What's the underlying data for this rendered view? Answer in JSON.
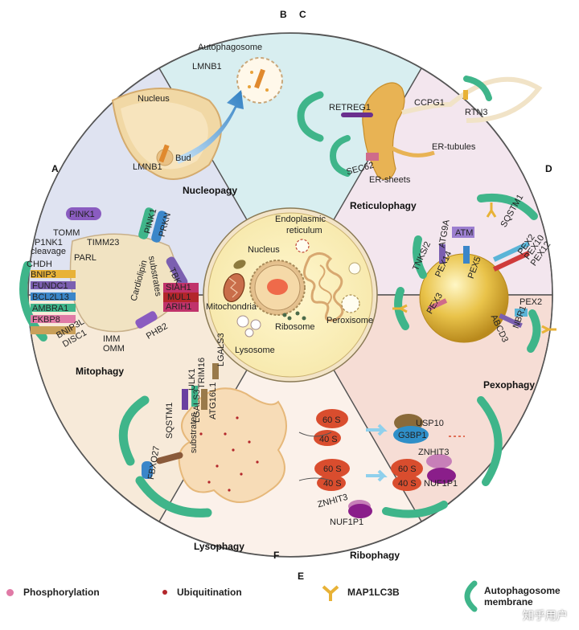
{
  "sectors": {
    "mitophagy": {
      "letter": "A",
      "title": "Mitophagy",
      "color": "#dfe3f1"
    },
    "nucleopagy": {
      "letter": "B",
      "title": "Nucleopagy",
      "color": "#d8eef0"
    },
    "reticulophagy": {
      "letter": "C",
      "title": "Reticulophagy",
      "color": "#f3e6ee"
    },
    "pexophagy": {
      "letter": "D",
      "title": "Pexophagy",
      "color": "#f6ddd5"
    },
    "ribophagy": {
      "letter": "E",
      "title": "Ribophagy",
      "color": "#fbf1ea"
    },
    "lysophagy": {
      "letter": "F",
      "title": "Lysophagy",
      "color": "#f7ead9"
    }
  },
  "center": {
    "endoplasmic": "Endoplasmic",
    "reticulum": "reticulum",
    "nucleus": "Nucleus",
    "mitochondria": "Mitochondria",
    "ribosome": "Ribosome",
    "peroxisome": "Peroxisome",
    "lysosome": "Lysosome"
  },
  "nucleopagy_labels": {
    "autophagosome": "Autophagosome",
    "lmnb1_top": "LMNB1",
    "nucleus": "Nucleus",
    "lmnb1_bottom": "LMNB1",
    "bud": "Bud"
  },
  "reticulophagy_labels": {
    "retreg1": "RETREG1",
    "ccpg1": "CCPG1",
    "rtn3": "RTN3",
    "er_tubules": "ER-tubules",
    "sec62": "SEC62",
    "er_sheets": "ER-sheets"
  },
  "mitophagy_labels": {
    "pink1_top": "PINK1",
    "tomm": "TOMM",
    "p1nk1": "P1NK1",
    "cleavage": "cleavage",
    "timm23": "TIMM23",
    "parl": "PARL",
    "pink1_side": "PINK1",
    "prkn": "PRKN",
    "substrates": "substrates",
    "tbk": "TBK",
    "chdh": "CHDH",
    "bnip3": "BNIP3",
    "fundc1": "FUNDC1",
    "bcl2l13": "BCL2L13",
    "ambra1": "AMBRA1",
    "fkbp8": "FKBP8",
    "bnip3l": "BNIP3L",
    "disc1": "DISC1",
    "cardiolipin": "Cardiolipin",
    "siah1": "SIAH1",
    "mul1": "MUL1",
    "arih1": "ARIH1",
    "imm": "IMM",
    "omm": "OMM",
    "phb2": "PHB2"
  },
  "pexophagy_labels": {
    "atg9a": "ATG9A",
    "atm": "ATM",
    "sqstm1": "SQSTM1",
    "pex2_top": "PEX2",
    "pex10": "PEX10",
    "pex12": "PEX12",
    "tnks": "TNKS/2",
    "pex14": "PEX14",
    "pex5": "PEX5",
    "pex3": "PEX3",
    "pex2_bottom": "PEX2",
    "nbr1": "NBR1",
    "abcd3": "ABCD3"
  },
  "lysophagy_labels": {
    "ulk1": "ULK1",
    "trim16": "TRIM16",
    "lgals3_top": "LGALS3",
    "atg16l1": "ATG16L1",
    "lgals3_mid": "LGALS3",
    "sqstm1": "SQSTM1",
    "substrates": "substrates",
    "fbxo27": "FBXO27"
  },
  "ribophagy_labels": {
    "s60_top": "60 S",
    "s40_top": "40 S",
    "usp10": "USP10",
    "g3bp1": "G3BP1",
    "znhit3_right": "ZNHIT3",
    "s60_left": "60 S",
    "s40_left": "40 S",
    "s60_right": "60 S",
    "s40_right": "40 S",
    "nuf1p1_right": "NUF1P1",
    "znhit3_left": "ZNHIT3",
    "nuf1p1_left": "NUF1P1"
  },
  "legend": {
    "phosphorylation": "Phosphorylation",
    "ubiquitination": "Ubiquitination",
    "map1lc3b": "MAP1LC3B",
    "autophagosome_membrane_1": "Autophagosome",
    "autophagosome_membrane_2": "membrane",
    "watermark": "知乎用户"
  },
  "colors": {
    "autophagosome_membrane": "#3fb58a",
    "lc3": "#e8b236",
    "phospho": "#e07aa6",
    "ubiq": "#b3262b",
    "arrow": "#3b86c9",
    "peroxisome": "#e8c34a",
    "nucleus_center": "#f29a7a"
  }
}
